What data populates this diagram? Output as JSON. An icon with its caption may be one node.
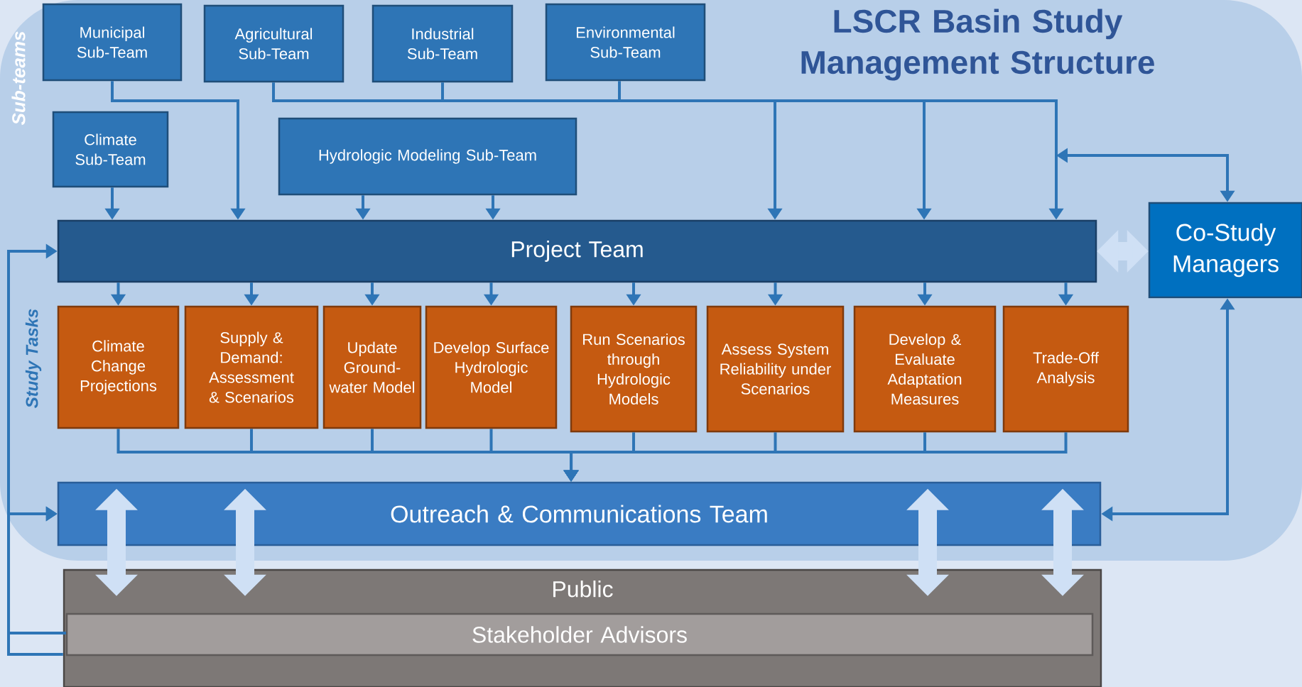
{
  "diagram": {
    "title": "LSCR Basin Study Management Structure",
    "nodes": [
      {
        "text": [
          "Municipal Sub-Team"
        ]
      },
      {
        "text": [
          "Agricultural Sub-Team"
        ]
      },
      {
        "text": [
          "Industrial Sub-Team"
        ]
      },
      {
        "text": [
          "Environmental Sub-Team"
        ]
      },
      {
        "text": [
          "Climate Sub-Team"
        ]
      },
      {
        "text": [
          "Hydrologic Modeling Sub-Team"
        ]
      },
      {
        "text": [
          "Project Team"
        ]
      },
      {
        "text": [
          "Co-Study Managers"
        ]
      },
      {
        "text": [
          "Climate Change Projections"
        ]
      },
      {
        "text": [
          "Supply & Demand: Assessment & Scenarios"
        ]
      },
      {
        "text": [
          "Update Ground-water Model"
        ]
      },
      {
        "text": [
          "Develop Surface Hydrologic Model"
        ]
      },
      {
        "text": [
          "Run Scenarios through Hydrologic Models"
        ]
      },
      {
        "text": [
          "Assess System Reliability under Scenarios"
        ]
      },
      {
        "text": [
          "Develop & Evaluate Adaptation Measures"
        ]
      },
      {
        "text": [
          "Trade-Off Analysis"
        ]
      },
      {
        "text": [
          "Outreach & Communications Team"
        ]
      },
      {
        "text": [
          "Public"
        ]
      },
      {
        "text": [
          "Stakeholder Advisors"
        ],
        "in": 17
      }
    ],
    "edges": [
      {
        "from": 0,
        "to": 6,
        "arrow": "to"
      },
      {
        "from": 1,
        "to": 6,
        "arrow": "to"
      },
      {
        "from": 2,
        "to": 6,
        "arrow": "to"
      },
      {
        "from": 3,
        "to": 6,
        "arrow": "to"
      },
      {
        "from": 4,
        "to": 6,
        "arrow": "to"
      },
      {
        "from": 5,
        "to": 6,
        "arrow": "to"
      },
      {
        "from": 5,
        "to": 6,
        "arrow": "to"
      },
      {
        "from": 7,
        "to": null,
        "arrow": "both"
      },
      {
        "from": 6,
        "to": 7,
        "arrow": "both",
        "style": "thick",
        "color": "#cfe0f5"
      },
      {
        "from": 6,
        "to": 8,
        "arrow": "to"
      },
      {
        "from": 6,
        "to": 9,
        "arrow": "to"
      },
      {
        "from": 6,
        "to": 10,
        "arrow": "to"
      },
      {
        "from": 6,
        "to": 11,
        "arrow": "to"
      },
      {
        "from": 6,
        "to": 12,
        "arrow": "to"
      },
      {
        "from": 6,
        "to": 13,
        "arrow": "to"
      },
      {
        "from": 6,
        "to": 14,
        "arrow": "to"
      },
      {
        "from": 6,
        "to": 15,
        "arrow": "to"
      },
      {
        "from": 8,
        "to": 16,
        "arrow": "to"
      },
      {
        "from": 9,
        "to": 16,
        "arrow": "to"
      },
      {
        "from": 10,
        "to": 16,
        "arrow": "to"
      },
      {
        "from": 11,
        "to": 16,
        "arrow": "to"
      },
      {
        "from": 12,
        "to": 16,
        "arrow": "to"
      },
      {
        "from": 13,
        "to": 16,
        "arrow": "to"
      },
      {
        "from": 14,
        "to": 16,
        "arrow": "to"
      },
      {
        "from": 15,
        "to": 16,
        "arrow": "to"
      },
      {
        "from": 7,
        "to": 16,
        "arrow": "both"
      },
      {
        "from": 16,
        "to": 17,
        "arrow": "both",
        "style": "thick",
        "color": "#cfe0f5"
      },
      {
        "from": 16,
        "to": 17,
        "arrow": "both",
        "style": "thick",
        "color": "#cfe0f5"
      },
      {
        "from": 16,
        "to": 17,
        "arrow": "both",
        "style": "thick",
        "color": "#cfe0f5"
      },
      {
        "from": 16,
        "to": 17,
        "arrow": "both",
        "style": "thick",
        "color": "#cfe0f5"
      },
      {
        "from": 18,
        "to": 6,
        "arrow": "to"
      },
      {
        "from": 18,
        "to": 16,
        "arrow": "to"
      },
      {
        "from": 17,
        "to": 16,
        "arrow": "to"
      }
    ],
    "labels": [
      "Sub-teams",
      "Study Tasks"
    ]
  }
}
